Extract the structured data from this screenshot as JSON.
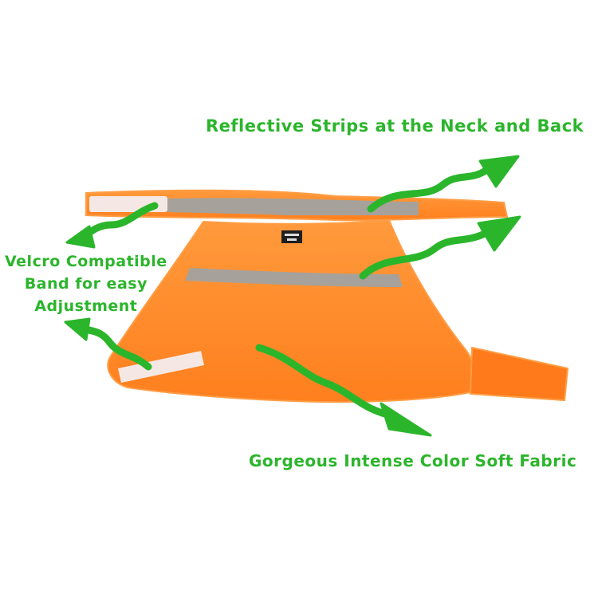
{
  "callouts": {
    "neck_back": "Reflective Strips at the Neck and Back",
    "velcro_line1": "Velcro Compatible",
    "velcro_line2": "Band for easy",
    "velcro_line3": "Adjustment",
    "fabric": "Gorgeous Intense Color Soft Fabric"
  },
  "colors": {
    "vest_orange": "#ff8a2a",
    "vest_edge": "#ff9d45",
    "reflective_gray": "#a6a19a",
    "velcro_white": "#f5e8e4",
    "arrow_green": "#2bb52b",
    "text_green": "#2bb52b"
  },
  "icons": {
    "brand_tag": "tag-icon",
    "arrows": "squiggly-arrow-icon"
  }
}
